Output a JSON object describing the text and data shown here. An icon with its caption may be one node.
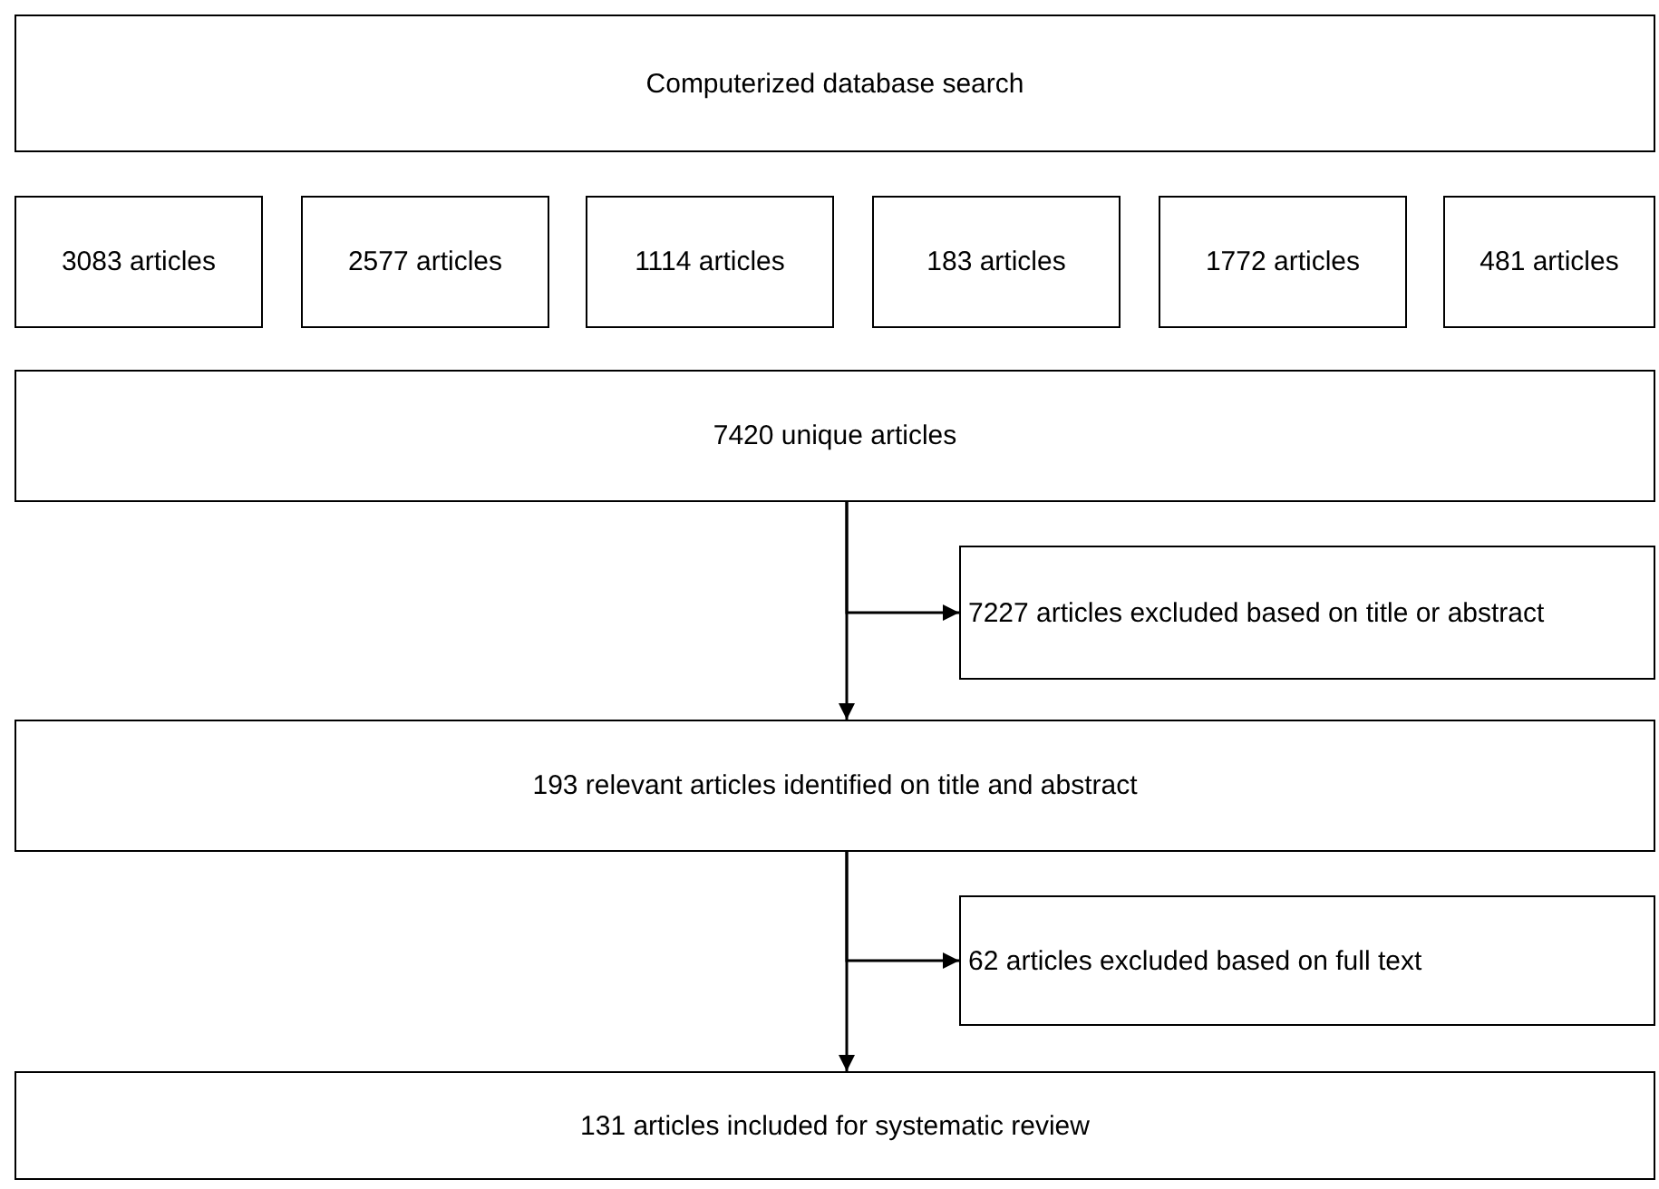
{
  "diagram": {
    "nodes": [
      {
        "text": [
          "Computerized database search"
        ]
      },
      {
        "text": [
          "3083 articles"
        ]
      },
      {
        "text": [
          "2577 articles"
        ]
      },
      {
        "text": [
          "1114 articles"
        ]
      },
      {
        "text": [
          "183 articles"
        ]
      },
      {
        "text": [
          "1772 articles"
        ]
      },
      {
        "text": [
          "481 articles"
        ]
      },
      {
        "text": [
          "7420 unique articles"
        ]
      },
      {
        "text": [
          "7227 articles excluded based on title or abstract"
        ]
      },
      {
        "text": [
          "193 relevant articles identified on title and abstract"
        ]
      },
      {
        "text": [
          "62 articles excluded based on full text"
        ]
      },
      {
        "text": [
          "131 articles included for systematic review"
        ]
      }
    ],
    "edges": [
      {
        "from": 7,
        "to": 9,
        "arrow": "to"
      },
      {
        "from": 7,
        "to": 8,
        "arrow": "to"
      },
      {
        "from": 9,
        "to": 11,
        "arrow": "to"
      },
      {
        "from": 9,
        "to": 10,
        "arrow": "to"
      }
    ]
  }
}
